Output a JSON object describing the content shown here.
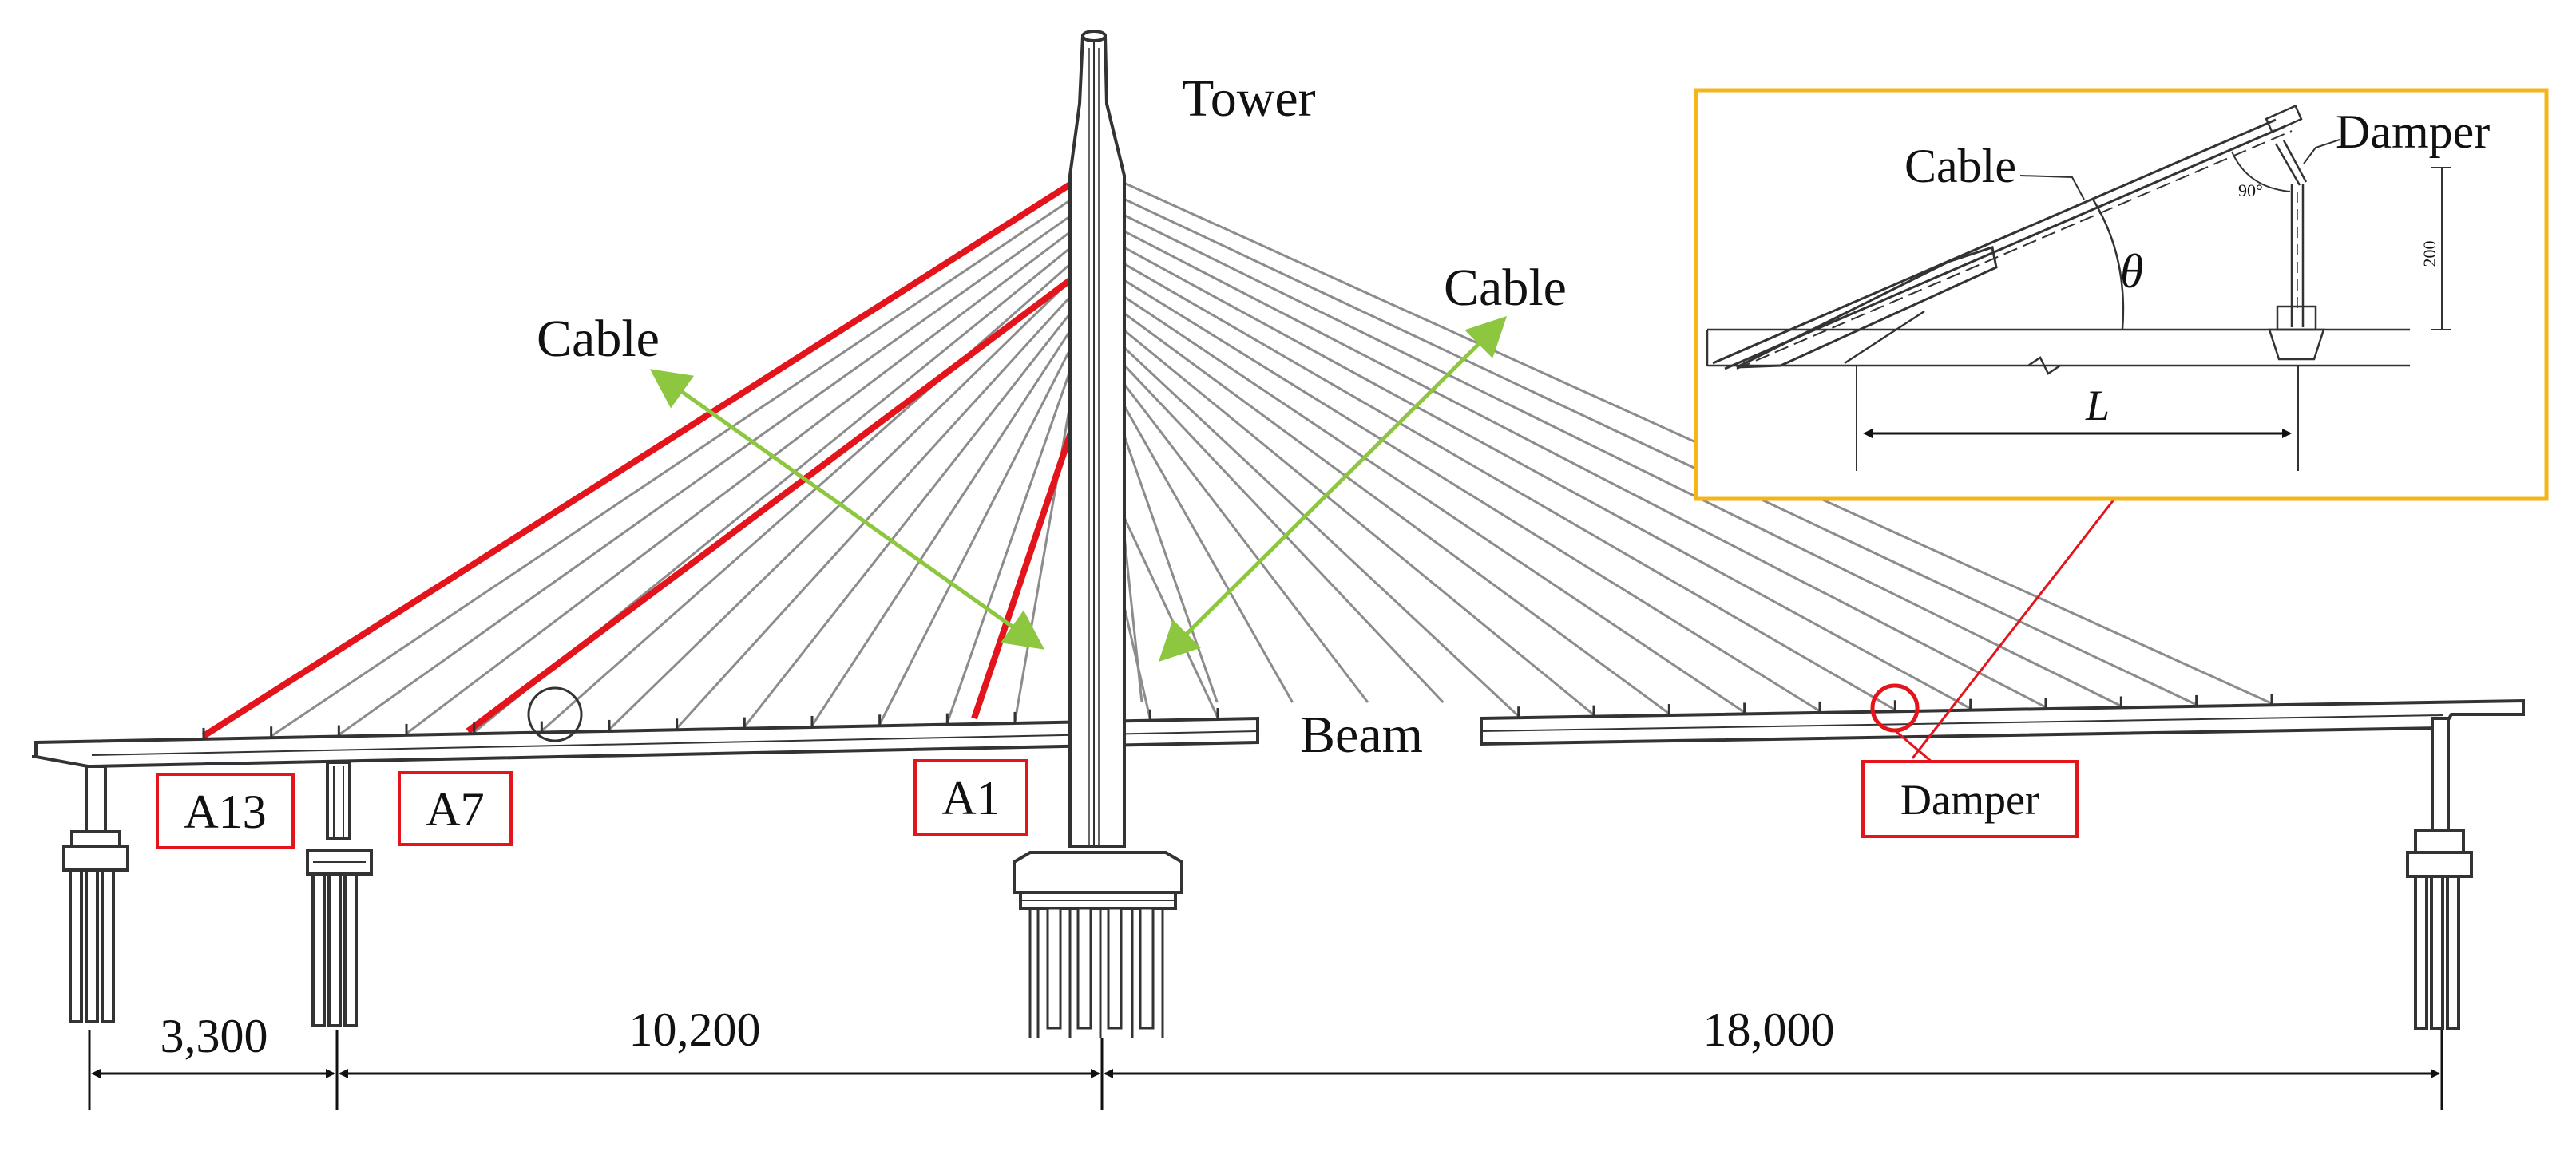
{
  "labels": {
    "tower": "Tower",
    "beam": "Beam",
    "cable_left": "Cable",
    "cable_right": "Cable",
    "inset_cable": "Cable",
    "inset_damper": "Damper",
    "inset_theta": "θ",
    "inset_length": "L",
    "inset_angle": "90°",
    "inset_height": "200"
  },
  "tags": {
    "a13": "A13",
    "a7": "A7",
    "a1": "A1",
    "damper": "Damper"
  },
  "spans": {
    "span1": "3,300",
    "span2": "10,200",
    "span3": "18,000"
  },
  "colors": {
    "structure": "#333333",
    "cable": "#8c8c8c",
    "highlight": "#e3141b",
    "arrow": "#8dc63f",
    "inset_border": "#f5b51a"
  }
}
